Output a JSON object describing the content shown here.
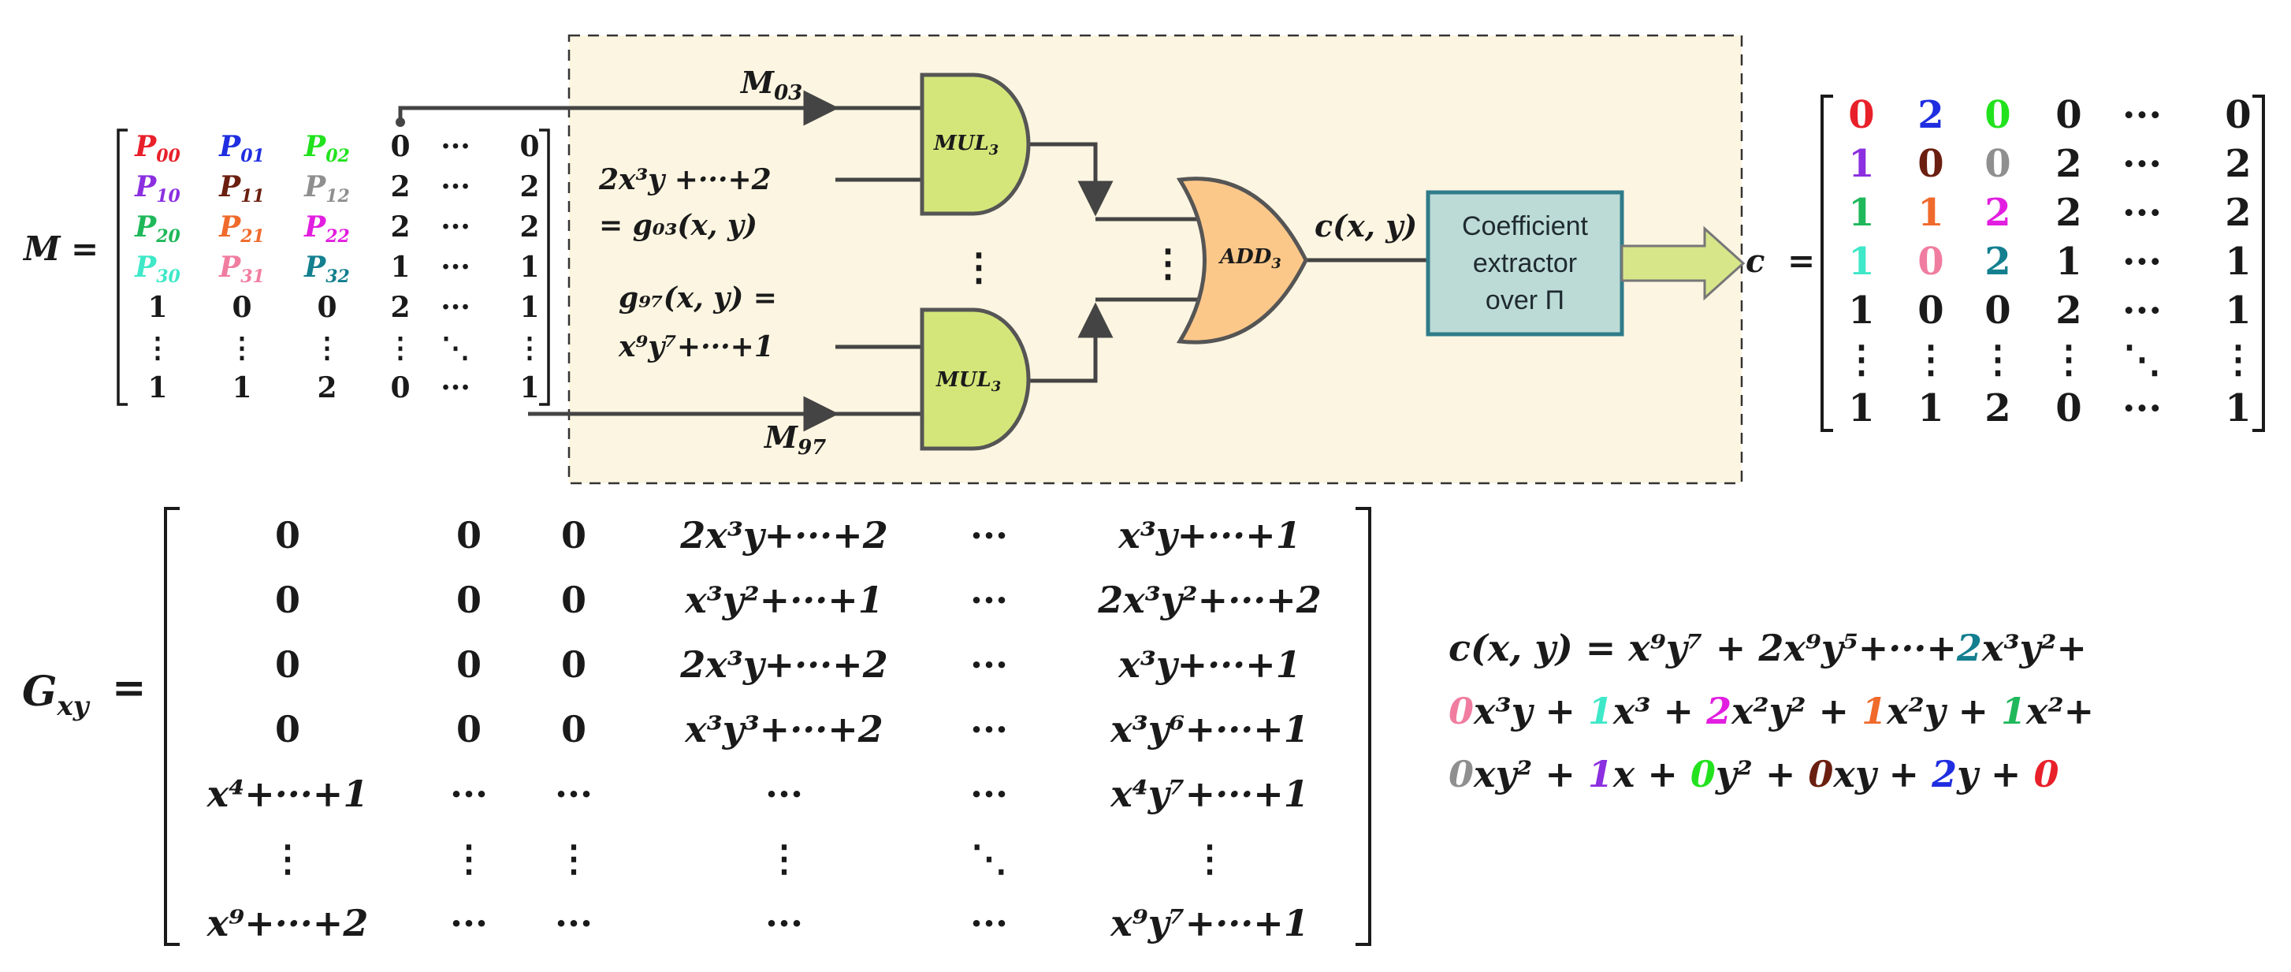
{
  "colors": {
    "red": "#e8202a",
    "blue": "#1f2ee0",
    "green": "#22e21e",
    "gray": "#8a8a8a",
    "purple": "#8b2fe0",
    "brown": "#6b1f10",
    "dkgray": "#8f8f8f",
    "medgreen": "#1fb85a",
    "orange": "#f06a2c",
    "magenta": "#e21ee0",
    "cyan": "#3ee8c8",
    "pink": "#f07da0",
    "teal": "#137f8f",
    "black": "#1a1a1a",
    "panel_fill": "#fcf5e1",
    "mul_fill": "#d4e67a",
    "add_fill": "#fcc88a",
    "extractor_fill": "#bcdbd6",
    "extractor_stroke": "#2f7b8a",
    "arrow_fill": "#d8e68a"
  },
  "matrix_M": {
    "lhs": "M",
    "rows": [
      [
        {
          "t": "P",
          "s": "00",
          "c": "red"
        },
        {
          "t": "P",
          "s": "01",
          "c": "blue"
        },
        {
          "t": "P",
          "s": "02",
          "c": "green"
        },
        {
          "t": "0",
          "c": "black"
        },
        {
          "t": "···",
          "c": "black"
        },
        {
          "t": "0",
          "c": "black"
        }
      ],
      [
        {
          "t": "P",
          "s": "10",
          "c": "purple"
        },
        {
          "t": "P",
          "s": "11",
          "c": "brown"
        },
        {
          "t": "P",
          "s": "12",
          "c": "dkgray"
        },
        {
          "t": "2",
          "c": "black"
        },
        {
          "t": "···",
          "c": "black"
        },
        {
          "t": "2",
          "c": "black"
        }
      ],
      [
        {
          "t": "P",
          "s": "20",
          "c": "medgreen"
        },
        {
          "t": "P",
          "s": "21",
          "c": "orange"
        },
        {
          "t": "P",
          "s": "22",
          "c": "magenta"
        },
        {
          "t": "2",
          "c": "black"
        },
        {
          "t": "···",
          "c": "black"
        },
        {
          "t": "2",
          "c": "black"
        }
      ],
      [
        {
          "t": "P",
          "s": "30",
          "c": "cyan"
        },
        {
          "t": "P",
          "s": "31",
          "c": "pink"
        },
        {
          "t": "P",
          "s": "32",
          "c": "teal"
        },
        {
          "t": "1",
          "c": "black"
        },
        {
          "t": "···",
          "c": "black"
        },
        {
          "t": "1",
          "c": "black"
        }
      ],
      [
        {
          "t": "1",
          "c": "black"
        },
        {
          "t": "0",
          "c": "black"
        },
        {
          "t": "0",
          "c": "black"
        },
        {
          "t": "2",
          "c": "black"
        },
        {
          "t": "···",
          "c": "black"
        },
        {
          "t": "1",
          "c": "black"
        }
      ],
      [
        {
          "t": "⋮",
          "c": "black"
        },
        {
          "t": "⋮",
          "c": "black"
        },
        {
          "t": "⋮",
          "c": "black"
        },
        {
          "t": "⋮",
          "c": "black"
        },
        {
          "t": "⋱",
          "c": "black"
        },
        {
          "t": "⋮",
          "c": "black"
        }
      ],
      [
        {
          "t": "1",
          "c": "black"
        },
        {
          "t": "1",
          "c": "black"
        },
        {
          "t": "2",
          "c": "black"
        },
        {
          "t": "0",
          "c": "black"
        },
        {
          "t": "···",
          "c": "black"
        },
        {
          "t": "1",
          "c": "black"
        }
      ]
    ]
  },
  "circuit": {
    "m03": "M",
    "m03_sub": "03",
    "m97": "M",
    "m97_sub": "97",
    "g03_line1": "2x³y +···+2",
    "g03_line2": "= g₀₃(x, y)",
    "g97_line1": "g₉₇(x, y) =",
    "g97_line2": "x⁹y⁷+···+1",
    "mul_label": "MUL",
    "mul_sub": "3",
    "add_label": "ADD",
    "add_sub": "3",
    "vdots": "⋮",
    "cxy_label": "c(x, y)",
    "extractor_line1": "Coefficient",
    "extractor_line2": "extractor",
    "extractor_line3": "over Π",
    "c_label": "c"
  },
  "matrix_c": {
    "rows": [
      [
        {
          "t": "0",
          "c": "red"
        },
        {
          "t": "2",
          "c": "blue"
        },
        {
          "t": "0",
          "c": "green"
        },
        {
          "t": "0",
          "c": "black"
        },
        {
          "t": "···",
          "c": "black"
        },
        {
          "t": "0",
          "c": "black"
        }
      ],
      [
        {
          "t": "1",
          "c": "purple"
        },
        {
          "t": "0",
          "c": "brown"
        },
        {
          "t": "0",
          "c": "dkgray"
        },
        {
          "t": "2",
          "c": "black"
        },
        {
          "t": "···",
          "c": "black"
        },
        {
          "t": "2",
          "c": "black"
        }
      ],
      [
        {
          "t": "1",
          "c": "medgreen"
        },
        {
          "t": "1",
          "c": "orange"
        },
        {
          "t": "2",
          "c": "magenta"
        },
        {
          "t": "2",
          "c": "black"
        },
        {
          "t": "···",
          "c": "black"
        },
        {
          "t": "2",
          "c": "black"
        }
      ],
      [
        {
          "t": "1",
          "c": "cyan"
        },
        {
          "t": "0",
          "c": "pink"
        },
        {
          "t": "2",
          "c": "teal"
        },
        {
          "t": "1",
          "c": "black"
        },
        {
          "t": "···",
          "c": "black"
        },
        {
          "t": "1",
          "c": "black"
        }
      ],
      [
        {
          "t": "1",
          "c": "black"
        },
        {
          "t": "0",
          "c": "black"
        },
        {
          "t": "0",
          "c": "black"
        },
        {
          "t": "2",
          "c": "black"
        },
        {
          "t": "···",
          "c": "black"
        },
        {
          "t": "1",
          "c": "black"
        }
      ],
      [
        {
          "t": "⋮",
          "c": "black"
        },
        {
          "t": "⋮",
          "c": "black"
        },
        {
          "t": "⋮",
          "c": "black"
        },
        {
          "t": "⋮",
          "c": "black"
        },
        {
          "t": "⋱",
          "c": "black"
        },
        {
          "t": "⋮",
          "c": "black"
        }
      ],
      [
        {
          "t": "1",
          "c": "black"
        },
        {
          "t": "1",
          "c": "black"
        },
        {
          "t": "2",
          "c": "black"
        },
        {
          "t": "0",
          "c": "black"
        },
        {
          "t": "···",
          "c": "black"
        },
        {
          "t": "1",
          "c": "black"
        }
      ]
    ]
  },
  "matrix_G": {
    "lhs": "G",
    "lhs_sub": "xy",
    "rows": [
      [
        "0",
        "0",
        "0",
        "2x³y+···+2",
        "···",
        "x³y+···+1"
      ],
      [
        "0",
        "0",
        "0",
        "x³y²+···+1",
        "···",
        "2x³y²+···+2"
      ],
      [
        "0",
        "0",
        "0",
        "2x³y+···+2",
        "···",
        "x³y+···+1"
      ],
      [
        "0",
        "0",
        "0",
        "x³y³+···+2",
        "···",
        "x³y⁶+···+1"
      ],
      [
        "x⁴+···+1",
        "···",
        "···",
        "···",
        "···",
        "x⁴y⁷+···+1"
      ],
      [
        "⋮",
        "⋮",
        "⋮",
        "⋮",
        "⋱",
        "⋮"
      ],
      [
        "x⁹+···+2",
        "···",
        "···",
        "···",
        "···",
        "x⁹y⁷+···+1"
      ]
    ]
  },
  "polynomial": {
    "lines": [
      [
        {
          "t": "c(x, y) =  x⁹y⁷ + 2x⁹y⁵+···+",
          "c": "black"
        },
        {
          "t": "2",
          "c": "teal"
        },
        {
          "t": "x³y²+",
          "c": "black"
        }
      ],
      [
        {
          "t": "0",
          "c": "pink"
        },
        {
          "t": "x³y + ",
          "c": "black"
        },
        {
          "t": "1",
          "c": "cyan"
        },
        {
          "t": "x³  +  ",
          "c": "black"
        },
        {
          "t": "2",
          "c": "magenta"
        },
        {
          "t": "x²y²  + ",
          "c": "black"
        },
        {
          "t": "1",
          "c": "orange"
        },
        {
          "t": "x²y  + ",
          "c": "black"
        },
        {
          "t": "1",
          "c": "medgreen"
        },
        {
          "t": "x²+",
          "c": "black"
        }
      ],
      [
        {
          "t": "0",
          "c": "dkgray"
        },
        {
          "t": "xy²  + ",
          "c": "black"
        },
        {
          "t": "1",
          "c": "purple"
        },
        {
          "t": "x +  ",
          "c": "black"
        },
        {
          "t": "0",
          "c": "green"
        },
        {
          "t": "y² + ",
          "c": "black"
        },
        {
          "t": "0",
          "c": "brown"
        },
        {
          "t": "xy + ",
          "c": "black"
        },
        {
          "t": "2",
          "c": "blue"
        },
        {
          "t": "y + ",
          "c": "black"
        },
        {
          "t": "0",
          "c": "red"
        }
      ]
    ]
  }
}
